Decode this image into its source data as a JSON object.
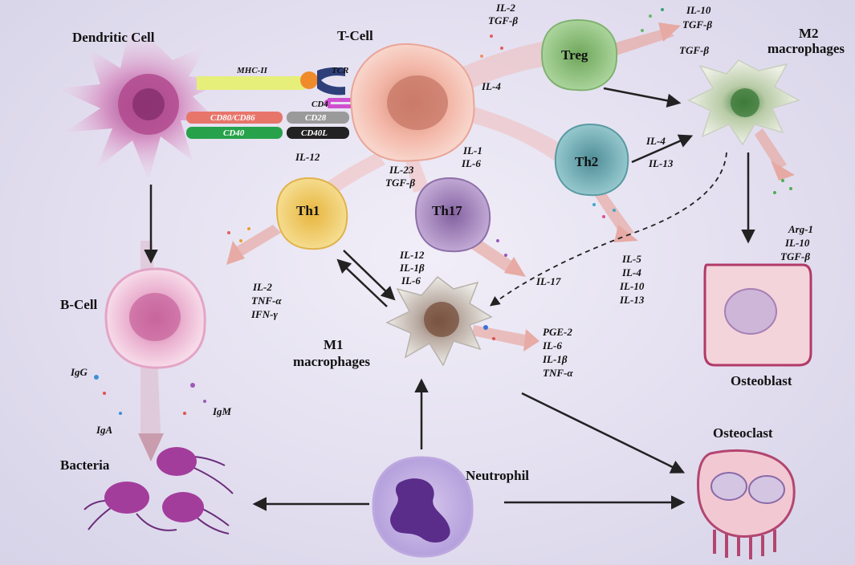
{
  "cells": {
    "dendritic": "Dendritic Cell",
    "t_cell": "T-Cell",
    "b_cell": "B-Cell",
    "bacteria": "Bacteria",
    "treg": "Treg",
    "th2": "Th2",
    "th1": "Th1",
    "th17": "Th17",
    "m1_line1": "M1",
    "m1_line2": "macrophages",
    "m2_line1": "M2",
    "m2_line2": "macrophages",
    "osteoblast": "Osteoblast",
    "osteoclast": "Osteoclast",
    "neutrophil": "Neutrophil"
  },
  "receptors": {
    "mhc2": "MHC-II",
    "tcr": "TCR",
    "cd4": "CD4",
    "cd80_86": "CD80/CD86",
    "cd28": "CD28",
    "cd40": "CD40",
    "cd40l": "CD40L"
  },
  "cytokines": {
    "tcell_treg": [
      "IL-2",
      "TGF-β"
    ],
    "treg_out": [
      "IL-10",
      "TGF-β"
    ],
    "treg_m2": [
      "TGF-β"
    ],
    "tcell_th2": [
      "IL-4"
    ],
    "th2_m2": [
      "IL-4",
      "IL-13"
    ],
    "tcell_th1": [
      "IL-12"
    ],
    "tcell_th17_a": [
      "IL-23",
      "TGF-β"
    ],
    "tcell_th17_b": [
      "IL-1",
      "IL-6"
    ],
    "m1_in": [
      "IL-12",
      "IL-1β",
      "IL-6"
    ],
    "th1_out": [
      "IL-2",
      "TNF-α",
      "IFN-γ"
    ],
    "th17_out": [
      "IL-17"
    ],
    "th2_out": [
      "IL-5",
      "IL-4",
      "IL-10",
      "IL-13"
    ],
    "m1_out": [
      "PGE-2",
      "IL-6",
      "IL-1β",
      "TNF-α"
    ],
    "m2_out": [
      "Arg-1",
      "IL-10",
      "TGF-β"
    ],
    "antibodies": {
      "igg": "IgG",
      "iga": "IgA",
      "igm": "IgM"
    }
  },
  "colors": {
    "mhc2": "#e6ef7a",
    "tcr": "#2e3f7a",
    "cd80_86": "#e8756a",
    "cd28": "#9a9a9a",
    "cd40": "#27a24a",
    "cd40l": "#222222",
    "treg": "#8cc17a",
    "th2": "#5f9ea6",
    "th1": "#eec85a",
    "th17": "#9a7cb0",
    "tcell": "#f1b4a4"
  }
}
